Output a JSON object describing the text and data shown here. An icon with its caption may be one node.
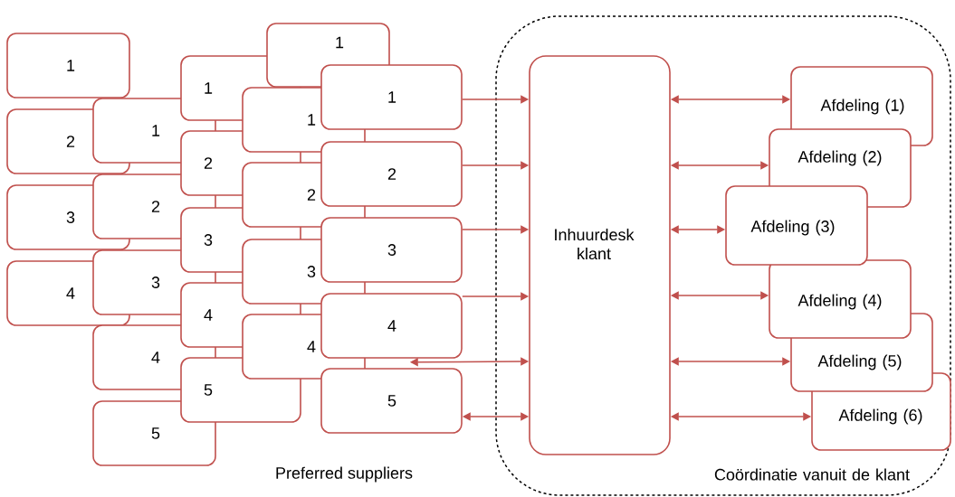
{
  "diagram": {
    "nodes": [
      {
        "text": [
          "1"
        ]
      },
      {
        "text": [
          "2"
        ]
      },
      {
        "text": [
          "3"
        ]
      },
      {
        "text": [
          "4"
        ]
      },
      {
        "text": [
          "1"
        ]
      },
      {
        "text": [
          "2"
        ]
      },
      {
        "text": [
          "3"
        ]
      },
      {
        "text": [
          "4"
        ]
      },
      {
        "text": [
          "5"
        ]
      },
      {
        "text": [
          "1"
        ]
      },
      {
        "text": [
          "2"
        ]
      },
      {
        "text": [
          "3"
        ]
      },
      {
        "text": [
          "4"
        ]
      },
      {
        "text": [
          "5"
        ]
      },
      {
        "text": [
          "1"
        ]
      },
      {
        "text": [
          "1"
        ]
      },
      {
        "text": [
          "2"
        ]
      },
      {
        "text": [
          "3"
        ]
      },
      {
        "text": [
          "4"
        ]
      },
      {
        "text": [
          "1"
        ]
      },
      {
        "text": [
          "2"
        ]
      },
      {
        "text": [
          "3"
        ]
      },
      {
        "text": [
          "4"
        ]
      },
      {
        "text": [
          "5"
        ]
      },
      {
        "text": [
          "Coördinatie vanuit de klant"
        ]
      },
      {
        "text": [
          "Inhuurdesk klant"
        ],
        "in": 24
      },
      {
        "text": [
          "Afdeling (1)"
        ],
        "in": 24
      },
      {
        "text": [
          "Afdeling (2)"
        ],
        "in": 24
      },
      {
        "text": [
          "Afdeling (3)"
        ],
        "in": 24
      },
      {
        "text": [
          "Afdeling (4)"
        ],
        "in": 24
      },
      {
        "text": [
          "Afdeling (5)"
        ],
        "in": 24
      },
      {
        "text": [
          "Afdeling (6)"
        ],
        "in": 24
      }
    ],
    "edges": [
      {
        "from": 19,
        "to": 25,
        "arrow": "to"
      },
      {
        "from": 20,
        "to": 25,
        "arrow": "to"
      },
      {
        "from": 21,
        "to": 25,
        "arrow": "to"
      },
      {
        "from": 22,
        "to": 25,
        "arrow": "to"
      },
      {
        "from": 22,
        "to": 25,
        "arrow": "both"
      },
      {
        "from": 23,
        "to": 25,
        "arrow": "both"
      },
      {
        "from": 25,
        "to": 26,
        "arrow": "both"
      },
      {
        "from": 25,
        "to": 27,
        "arrow": "both"
      },
      {
        "from": 25,
        "to": 28,
        "arrow": "both"
      },
      {
        "from": 25,
        "to": 29,
        "arrow": "both"
      },
      {
        "from": 25,
        "to": 30,
        "arrow": "both"
      },
      {
        "from": 25,
        "to": 31,
        "arrow": "both"
      }
    ],
    "labels": [
      "Preferred suppliers"
    ]
  }
}
